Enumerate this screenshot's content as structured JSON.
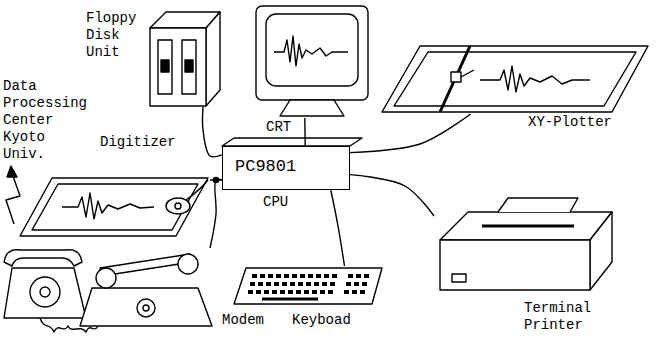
{
  "diagram": {
    "nodes": [
      {
        "text": [
          "Floppy Disk Unit"
        ]
      },
      {
        "text": [
          "CRT"
        ]
      },
      {
        "text": [
          "XY-Plotter"
        ]
      },
      {
        "text": [
          "PC9801",
          "CPU"
        ]
      },
      {
        "text": [
          "Digitizer"
        ]
      },
      {
        "text": [
          "Modem"
        ]
      },
      {
        "text": [
          "Keyboad"
        ]
      },
      {
        "text": [
          "Terminal Printer"
        ]
      }
    ],
    "edges": [
      {
        "from": 3,
        "to": 0,
        "arrow": "none"
      },
      {
        "from": 3,
        "to": 1,
        "arrow": "none"
      },
      {
        "from": 3,
        "to": 2,
        "arrow": "none"
      },
      {
        "from": 4,
        "to": 3,
        "arrow": "none"
      },
      {
        "from": 5,
        "to": 3,
        "arrow": "none"
      },
      {
        "from": 3,
        "to": 6,
        "arrow": "none"
      },
      {
        "from": 3,
        "to": 7,
        "arrow": "none"
      }
    ],
    "labels": [
      "Data Processing Center Kyoto Univ."
    ]
  }
}
